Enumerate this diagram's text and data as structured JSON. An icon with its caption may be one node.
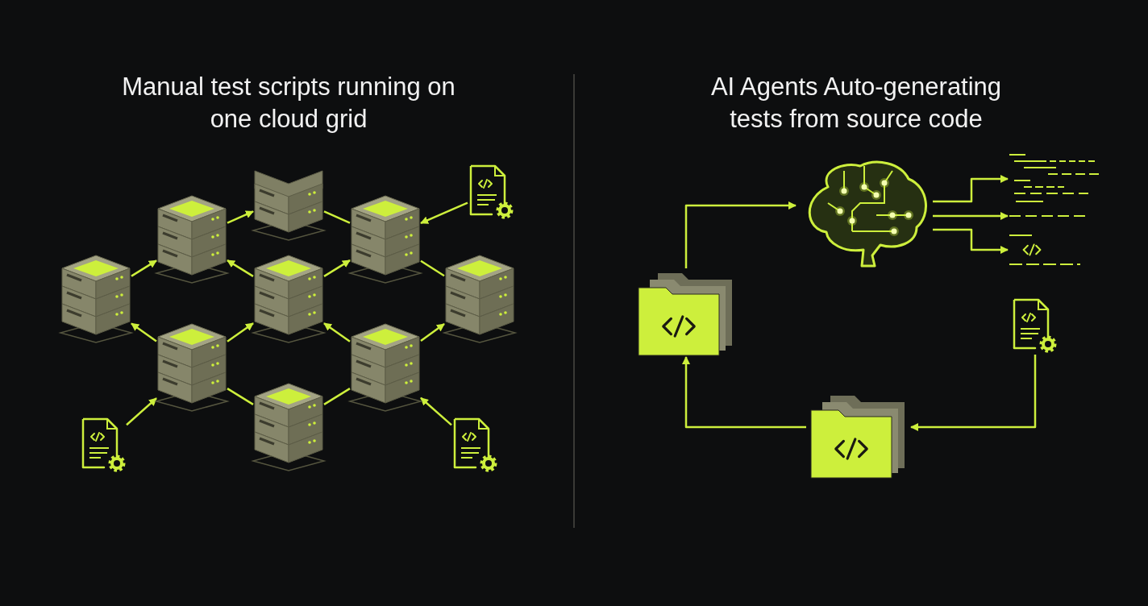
{
  "diagram": {
    "nodes": [
      {
        "text": [],
        "shape": "picture"
      },
      {
        "text": [],
        "shape": "picture"
      },
      {
        "text": [],
        "shape": "picture"
      },
      {
        "text": [],
        "shape": "picture"
      },
      {
        "text": [],
        "shape": "picture"
      },
      {
        "text": [],
        "shape": "picture"
      },
      {
        "text": [],
        "shape": "picture"
      },
      {
        "text": [],
        "shape": "picture"
      },
      {
        "text": [],
        "shape": "picture"
      },
      {
        "text": [],
        "shape": "picture"
      },
      {
        "text": [],
        "shape": "picture"
      },
      {
        "text": [],
        "shape": "picture"
      },
      {
        "text": [],
        "shape": "picture"
      },
      {
        "text": [],
        "shape": "picture"
      },
      {
        "text": [],
        "shape": "picture"
      },
      {
        "text": [],
        "shape": "picture"
      },
      {
        "text": [],
        "shape": "picture"
      },
      {
        "text": [],
        "shape": "picture"
      },
      {
        "text": [],
        "shape": "picture"
      }
    ],
    "edges": [
      {
        "from": 1,
        "to": 3,
        "arrow": "to"
      },
      {
        "from": 2,
        "to": 0,
        "arrow": "to"
      },
      {
        "from": 0,
        "to": 3,
        "arrow": "none"
      },
      {
        "from": 4,
        "to": 2,
        "arrow": "to"
      },
      {
        "from": 5,
        "to": 2,
        "arrow": "to"
      },
      {
        "from": 5,
        "to": 3,
        "arrow": "to"
      },
      {
        "from": 3,
        "to": 6,
        "arrow": "none"
      },
      {
        "from": 7,
        "to": 4,
        "arrow": "to"
      },
      {
        "from": 7,
        "to": 5,
        "arrow": "to"
      },
      {
        "from": 8,
        "to": 5,
        "arrow": "to"
      },
      {
        "from": 8,
        "to": 6,
        "arrow": "to"
      },
      {
        "from": 7,
        "to": 9,
        "arrow": "none"
      },
      {
        "from": 9,
        "to": 8,
        "arrow": "none"
      },
      {
        "from": 10,
        "to": 7,
        "arrow": "to"
      },
      {
        "from": 11,
        "to": 8,
        "arrow": "to"
      },
      {
        "from": 16,
        "to": 12,
        "arrow": "to"
      },
      {
        "from": 12,
        "to": 13,
        "arrow": "to"
      },
      {
        "from": 12,
        "to": 14,
        "arrow": "to"
      },
      {
        "from": 12,
        "to": 15,
        "arrow": "to"
      },
      {
        "from": 17,
        "to": 18,
        "arrow": "to"
      },
      {
        "from": 18,
        "to": 16,
        "arrow": "to"
      }
    ],
    "labels": [
      "Manual test scripts running on one cloud grid",
      "AI Agents Auto-generating tests from source code"
    ]
  }
}
